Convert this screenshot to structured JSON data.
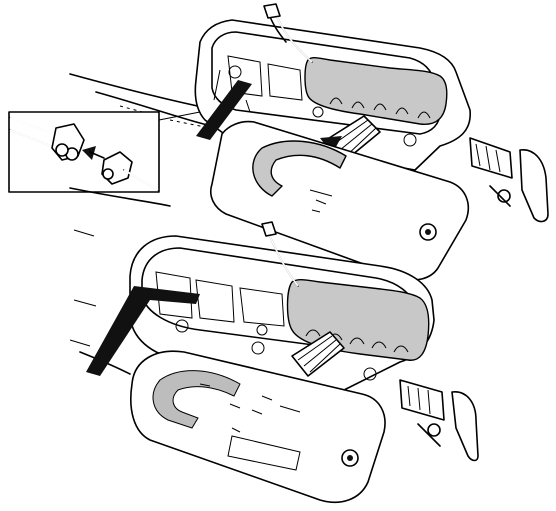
{
  "figure": {
    "panels": [
      {
        "id": "top",
        "description_role": "battery-insertion-step"
      },
      {
        "id": "bottom",
        "description_role": "battery-installed-cover-closing"
      }
    ],
    "inset": {
      "role": "connector-detail"
    }
  },
  "colors": {
    "line": "#000000",
    "fill_light": "#ffffff",
    "fill_battery": "#c8c8c8",
    "fill_strap": "#111111"
  },
  "icons": [
    "connector-plug-icon",
    "arrow-icon",
    "knob-icon",
    "strap-icon"
  ]
}
